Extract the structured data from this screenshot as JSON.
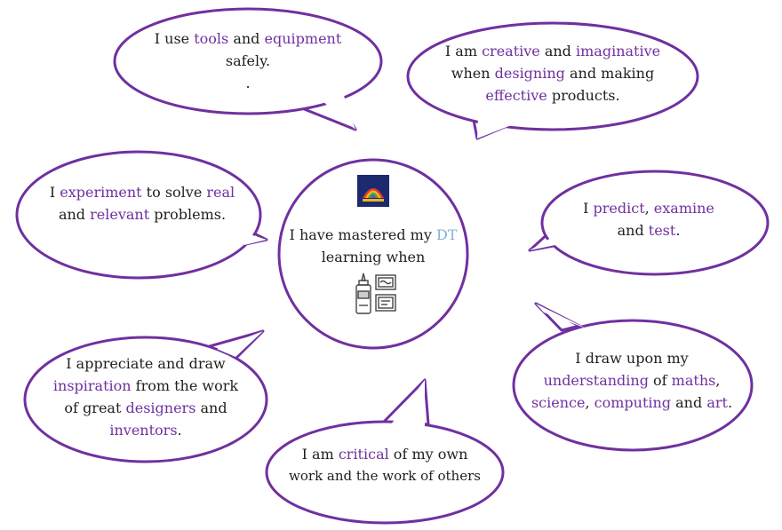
{
  "colors": {
    "outline": "#7030a0",
    "keyword": "#7030a0",
    "dt_highlight": "#7fb2d8",
    "text": "#1f1f1f"
  },
  "center": {
    "line1_pre": "I have mastered my ",
    "line1_dt": "DT",
    "line2": "learning when"
  },
  "bubbles": {
    "tools": {
      "p1": "I use ",
      "k1": "tools",
      "p2": " and ",
      "k2": "equipment",
      "line2": "safely.",
      "line3": "."
    },
    "creative": {
      "p1": "I am ",
      "k1": "creative",
      "p2": " and ",
      "k2": "imaginative",
      "p3": "when ",
      "k3": "designing",
      "p4": " and making",
      "k4": "effective",
      "p5": " products."
    },
    "experiment": {
      "p1": "I ",
      "k1": "experiment",
      "p2": " to solve ",
      "k2": "real",
      "p3": "and ",
      "k3": "relevant",
      "p4": " problems."
    },
    "predict": {
      "p1": "I ",
      "k1": "predict",
      "p2": ", ",
      "k2": "examine",
      "p3": "and ",
      "k3": "test",
      "p4": "."
    },
    "inspiration": {
      "line1": "I appreciate and draw",
      "k1": "inspiration",
      "p1": " from the work",
      "p2": "of great ",
      "k2": "designers",
      "p3": " and",
      "k3": "inventors",
      "p4": "."
    },
    "critical": {
      "p1": "I am ",
      "k1": "critical",
      "p2": " of my own",
      "line2": "work and the work of others"
    },
    "understanding": {
      "line1": "I draw upon my",
      "k1": "understanding",
      "p1": " of ",
      "k2": "maths",
      "p2": ",",
      "k3": "science",
      "p3": ", ",
      "k4": "computing",
      "p4": " and ",
      "k5": "art",
      "p5": "."
    }
  },
  "icons": {
    "logo": "school-logo-icon",
    "glue": "glue-bottle-icon"
  }
}
